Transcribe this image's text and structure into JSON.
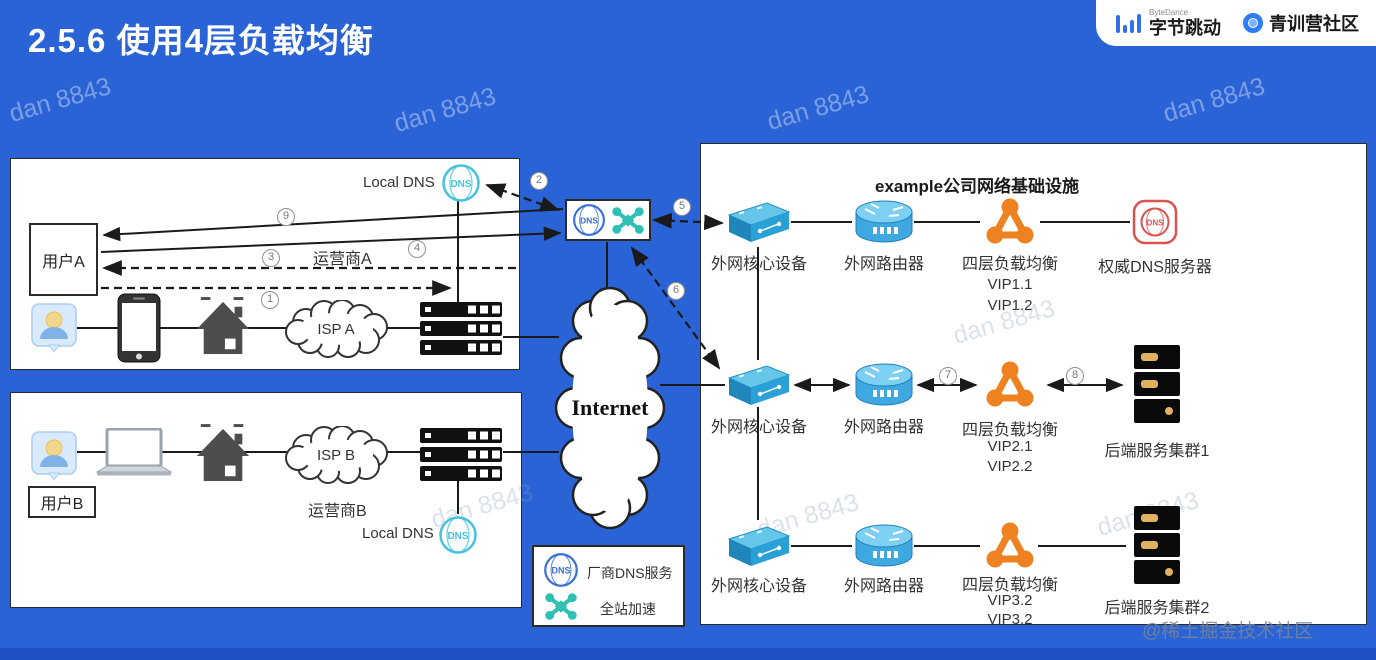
{
  "title": "2.5.6 使用4层负载均衡",
  "header": {
    "bytedance_en": "ByteDance",
    "bytedance_cn": "字节跳动",
    "community": "青训营社区"
  },
  "watermark": {
    "text": "dan 8843",
    "footer": "@稀土掘金技术社区"
  },
  "panel_a": {
    "local_dns": "Local DNS",
    "user": "用户A",
    "carrier": "运营商A",
    "isp": "ISP A"
  },
  "panel_b": {
    "user": "用户B",
    "carrier": "运营商B",
    "isp": "ISP B",
    "local_dns": "Local DNS"
  },
  "middle": {
    "internet": "Internet",
    "dns_text": "DNS"
  },
  "legend": {
    "dns_service": "厂商DNS服务",
    "acceleration": "全站加速"
  },
  "company": {
    "title": "example公司网络基础设施",
    "rows": [
      {
        "core": "外网核心设备",
        "router": "外网路由器",
        "lb": "四层负载均衡",
        "vip1": "VIP1.1",
        "vip2": "VIP1.2",
        "right": "权威DNS服务器"
      },
      {
        "core": "外网核心设备",
        "router": "外网路由器",
        "lb": "四层负载均衡",
        "vip1": "VIP2.1",
        "vip2": "VIP2.2",
        "right": "后端服务集群1"
      },
      {
        "core": "外网核心设备",
        "router": "外网路由器",
        "lb": "四层负载均衡",
        "vip1": "VIP3.2",
        "vip2": "VIP3.2",
        "right": "后端服务集群2"
      }
    ]
  },
  "steps": [
    "1",
    "2",
    "3",
    "4",
    "5",
    "6",
    "7",
    "8",
    "9"
  ],
  "colors": {
    "background": "#2a63d6",
    "local_dns_cyan": "#45c2dd",
    "dns_blue": "#3a6fd8",
    "accel_teal": "#2fc0b4",
    "lb_orange": "#ef8220",
    "auth_dns_red": "#d9534f",
    "device_blue": "#3fa8e0"
  }
}
